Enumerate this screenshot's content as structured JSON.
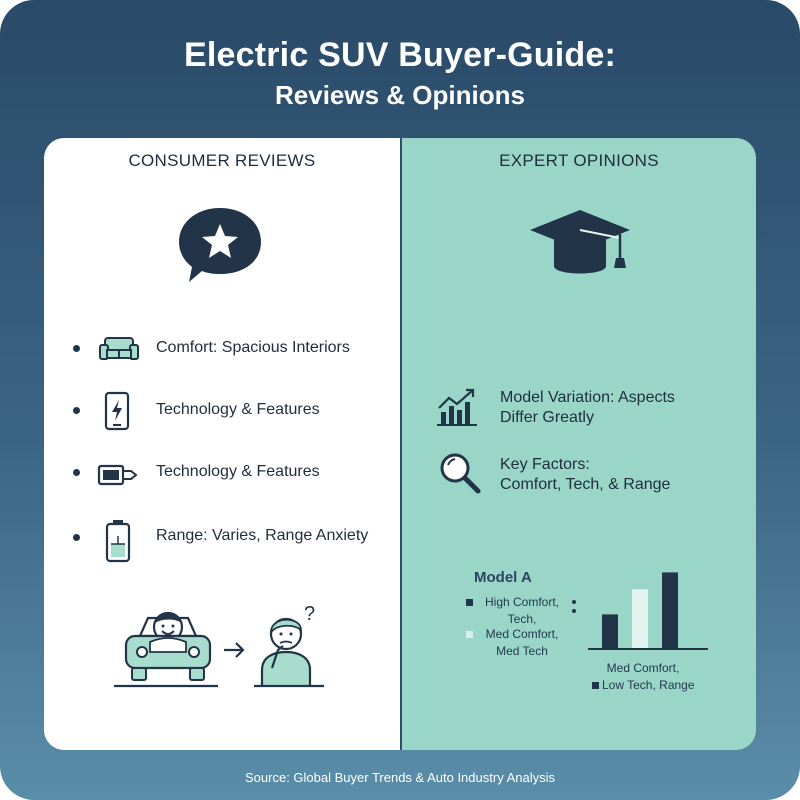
{
  "title": {
    "line1": "Electric SUV Buyer-Guide:",
    "line2": "Reviews & Opinions"
  },
  "consumer": {
    "heading": "CONSUMER REVIEWS",
    "items": [
      {
        "label": "Comfort: Spacious Interiors",
        "icon": "sofa-icon"
      },
      {
        "label": "Technology & Features",
        "icon": "smartphone-charging-icon"
      },
      {
        "label": "Technology & Features",
        "icon": "charger-plug-icon"
      },
      {
        "label": "Range: Varies, Range Anxiety",
        "icon": "battery-icon"
      }
    ]
  },
  "expert": {
    "heading": "EXPERT OPINIONS",
    "items": [
      {
        "line1": "Model Variation: Aspects",
        "line2": "Differ Greatly",
        "icon": "growth-chart-icon"
      },
      {
        "line1": "Key Factors:",
        "line2": "Comfort, Tech, & Range",
        "icon": "magnifier-icon"
      }
    ],
    "legend": {
      "title": "Model A",
      "entry1": {
        "line1": "High Comfort,",
        "line2": "Tech,"
      },
      "entry2": {
        "line1": "Med Comfort,",
        "line2": "Med Tech"
      },
      "under1": "Med Comfort,",
      "under2": "Low Tech, Range"
    }
  },
  "chart_data": {
    "type": "bar",
    "categories": [
      "",
      "",
      ""
    ],
    "values": [
      40,
      70,
      90
    ],
    "colors": [
      "#223548",
      "#e3f3ef",
      "#223548"
    ],
    "ylim": [
      0,
      100
    ]
  },
  "colors": {
    "navy": "#223548",
    "mint": "#9ad6c8",
    "icon_fill": "#a8dccd",
    "light_bar": "#e3f3ef"
  },
  "source": "Source: Global Buyer Trends & Auto Industry Analysis"
}
